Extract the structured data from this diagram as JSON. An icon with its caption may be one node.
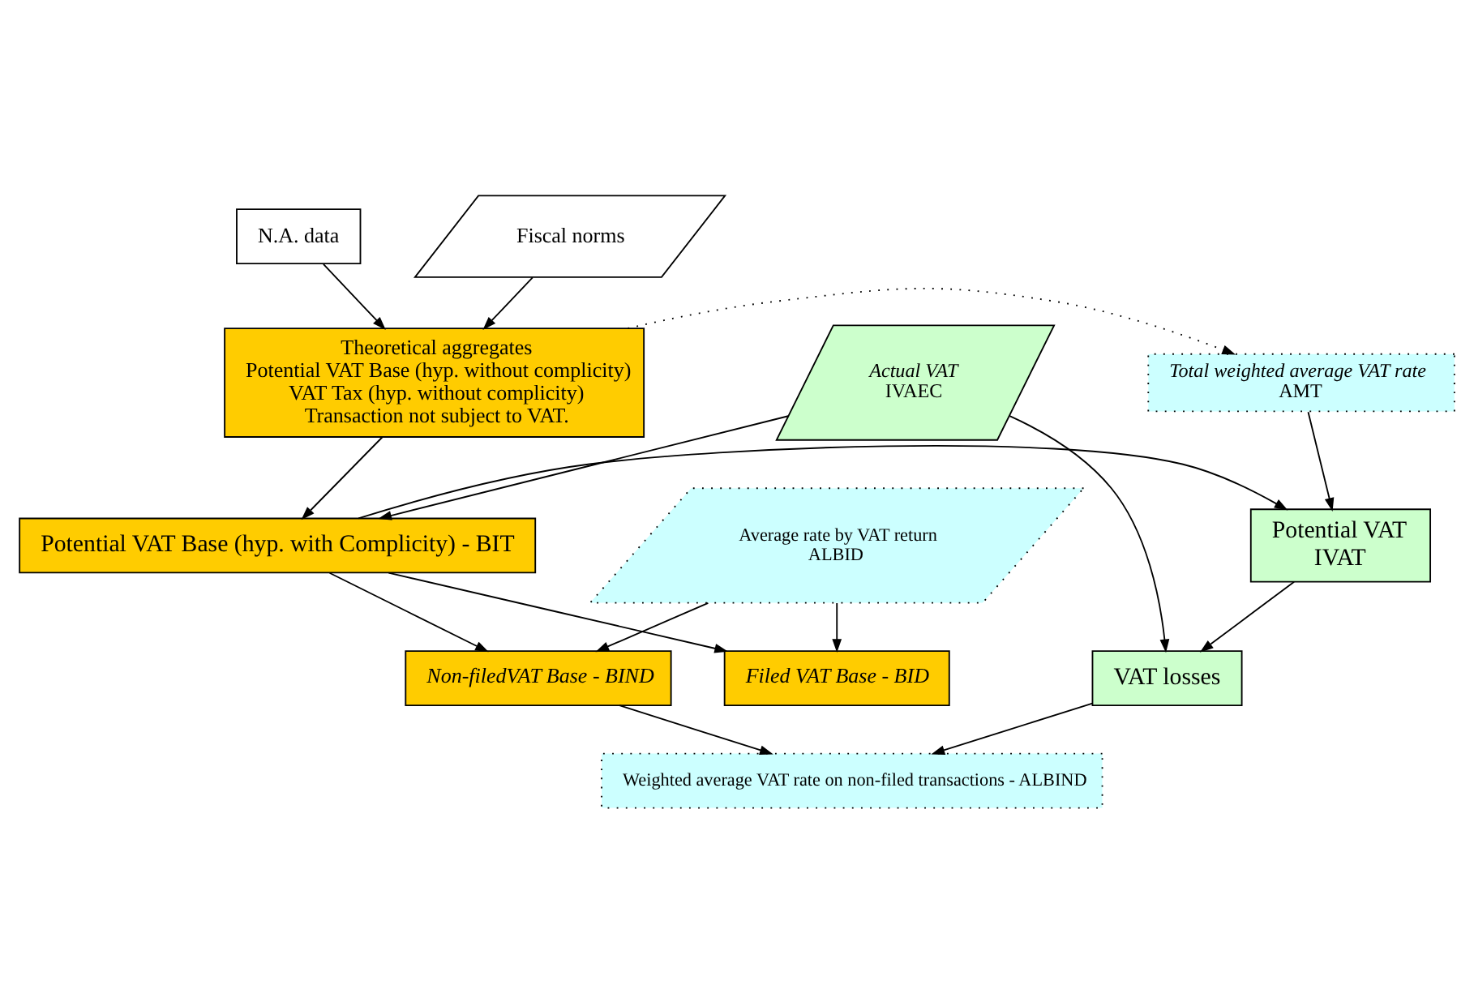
{
  "diagram": {
    "nodes": [
      {
        "text": [
          "N.A. data"
        ]
      },
      {
        "text": [
          "Fiscal norms"
        ]
      },
      {
        "text": [
          "Theoretical aggregates",
          "Potential VAT Base (hyp. without complicity)",
          "VAT Tax (hyp. without complicity)",
          "Transaction not subject to VAT."
        ]
      },
      {
        "text": [
          "Total weighted average VAT rate",
          "AMT"
        ]
      },
      {
        "text": [
          "Actual VAT",
          "IVAEC"
        ]
      },
      {
        "text": [
          "Potential VAT Base (hyp. with Complicity) - BIT"
        ]
      },
      {
        "text": [
          "Potential VAT",
          "IVAT"
        ]
      },
      {
        "text": [
          "Average rate by VAT return",
          "ALBID"
        ]
      },
      {
        "text": [
          "Filed VAT Base - BID"
        ]
      },
      {
        "text": [
          "Non-filedVAT Base - BIND"
        ]
      },
      {
        "text": [
          "Weighted average VAT rate on non-filed transactions - ALBIND"
        ]
      },
      {
        "text": [
          "VAT losses"
        ]
      }
    ],
    "edges": [
      {
        "from": 0,
        "to": 2,
        "arrow": "to"
      },
      {
        "from": 1,
        "to": 2,
        "arrow": "to"
      },
      {
        "from": 2,
        "to": 3,
        "arrow": "to",
        "style": "dashed"
      },
      {
        "from": 2,
        "to": 5,
        "arrow": "to"
      },
      {
        "from": 4,
        "to": 5,
        "arrow": "to"
      },
      {
        "from": 5,
        "to": 6,
        "arrow": "to"
      },
      {
        "from": 3,
        "to": 6,
        "arrow": "to"
      },
      {
        "from": 5,
        "to": 8,
        "arrow": "to"
      },
      {
        "from": 5,
        "to": 9,
        "arrow": "to"
      },
      {
        "from": 7,
        "to": 8,
        "arrow": "to"
      },
      {
        "from": 7,
        "to": 9,
        "arrow": "to"
      },
      {
        "from": 9,
        "to": 10,
        "arrow": "to"
      },
      {
        "from": 11,
        "to": 10,
        "arrow": "to"
      },
      {
        "from": 4,
        "to": 11,
        "arrow": "to"
      },
      {
        "from": 6,
        "to": 11,
        "arrow": "to"
      }
    ]
  }
}
